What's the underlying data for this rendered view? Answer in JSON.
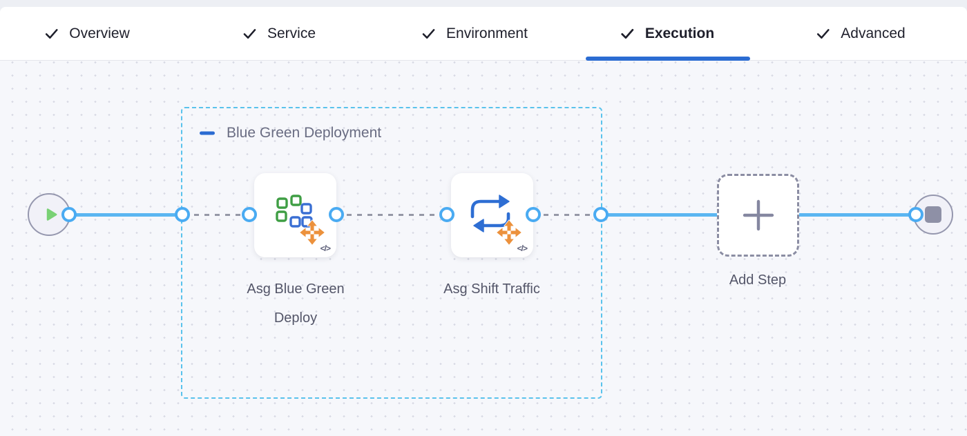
{
  "header": {
    "tabs": [
      {
        "label": "Overview",
        "checked": true,
        "active": false
      },
      {
        "label": "Service",
        "checked": true,
        "active": false
      },
      {
        "label": "Environment",
        "checked": true,
        "active": false
      },
      {
        "label": "Execution",
        "checked": true,
        "active": true
      },
      {
        "label": "Advanced",
        "checked": true,
        "active": false
      }
    ]
  },
  "canvas": {
    "start_node": {
      "icon": "play-icon"
    },
    "end_node": {
      "icon": "stop-icon"
    },
    "group": {
      "label": "Blue Green Deployment",
      "collapse_icon": "minus-icon"
    },
    "steps": [
      {
        "label": "Asg Blue Green Deploy",
        "icon": "asg-deploy-squares-icon",
        "badge": "</>"
      },
      {
        "label": "Asg Shift Traffic",
        "icon": "shift-traffic-arrows-icon",
        "badge": "</>"
      }
    ],
    "add_step": {
      "label": "Add Step",
      "icon": "plus-icon"
    }
  },
  "colors": {
    "active_tab_underline": "#2B6CD2",
    "tab_text": "#1E1F2B",
    "canvas_bg": "#F6F7FB",
    "flow_line": "#5BB6F1",
    "connector_ring": "#4AABF2",
    "dashed_link": "#9598A6",
    "group_border": "#59C2EC",
    "group_collapse": "#2B6CD2",
    "play_green": "#79D175",
    "squares_green": "#3F9E44",
    "squares_blue": "#3A6FD3",
    "arrows_blue": "#2E6ED3",
    "move_orange": "#EC913C",
    "node_border": "#9597AE",
    "add_step_border": "#8B8DA3"
  }
}
